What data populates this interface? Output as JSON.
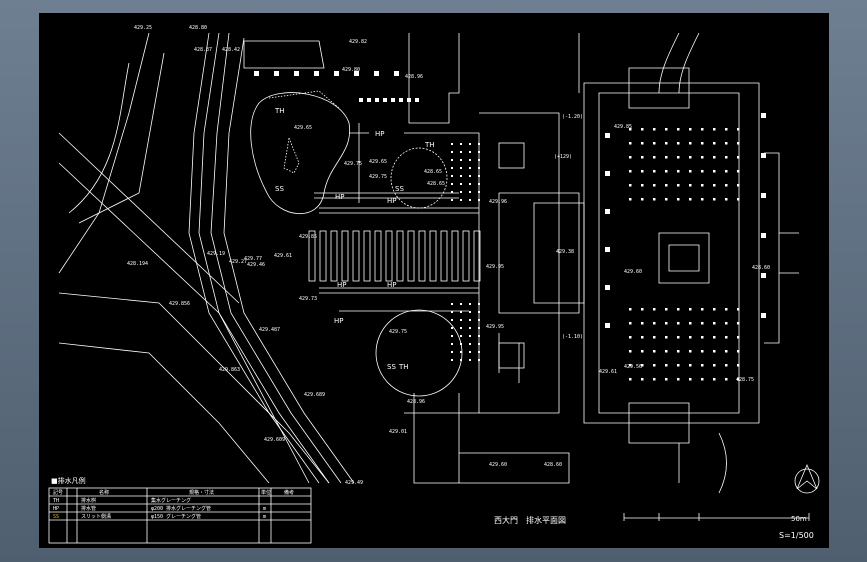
{
  "drawing": {
    "title": "西大門　排水平面図",
    "scale": "S=1/500",
    "scalebar_end": "50m",
    "colors": {
      "background": "#000000",
      "line": "#ffffff",
      "frame": "#5d6d7e",
      "yellow": "#e8c000"
    }
  },
  "legend": {
    "heading": "■排水凡例",
    "columns": [
      "記号",
      "名称",
      "規格・寸法",
      "単位",
      "備考"
    ],
    "rows": [
      {
        "symbol": "TH",
        "name": "排水桝",
        "spec": "集水グレーチング",
        "unit": ""
      },
      {
        "symbol": "HP",
        "name": "排水管",
        "spec": "φ200 排水グレーチング管",
        "unit": "m"
      },
      {
        "symbol": "SS",
        "name": "スリット側溝",
        "spec": "φ150 グレーチング管",
        "unit": "m"
      }
    ]
  },
  "labels": {
    "th": "TH",
    "hp": "HP",
    "ss": "SS"
  },
  "elevations": [
    "429.25",
    "428.80",
    "428.37",
    "428.42",
    "429.82",
    "429.80",
    "428.96",
    "429.65",
    "429.75",
    "429.65",
    "429.75",
    "428.65",
    "428.65",
    "428.194",
    "429.856",
    "429.19",
    "429.27",
    "429.77",
    "429.46",
    "429.61",
    "429.85",
    "429.73",
    "429.487",
    "429.863",
    "429.689",
    "429.609",
    "429.01",
    "429.75",
    "429.96",
    "429.95",
    "429.95",
    "429.38",
    "429.60",
    "429.61",
    "428.60",
    "428.96",
    "428.75",
    "429.85",
    "429.56",
    "429.49",
    "429.60",
    "428.60",
    "(+129)",
    "(-1.20)",
    "(-1.10)"
  ]
}
